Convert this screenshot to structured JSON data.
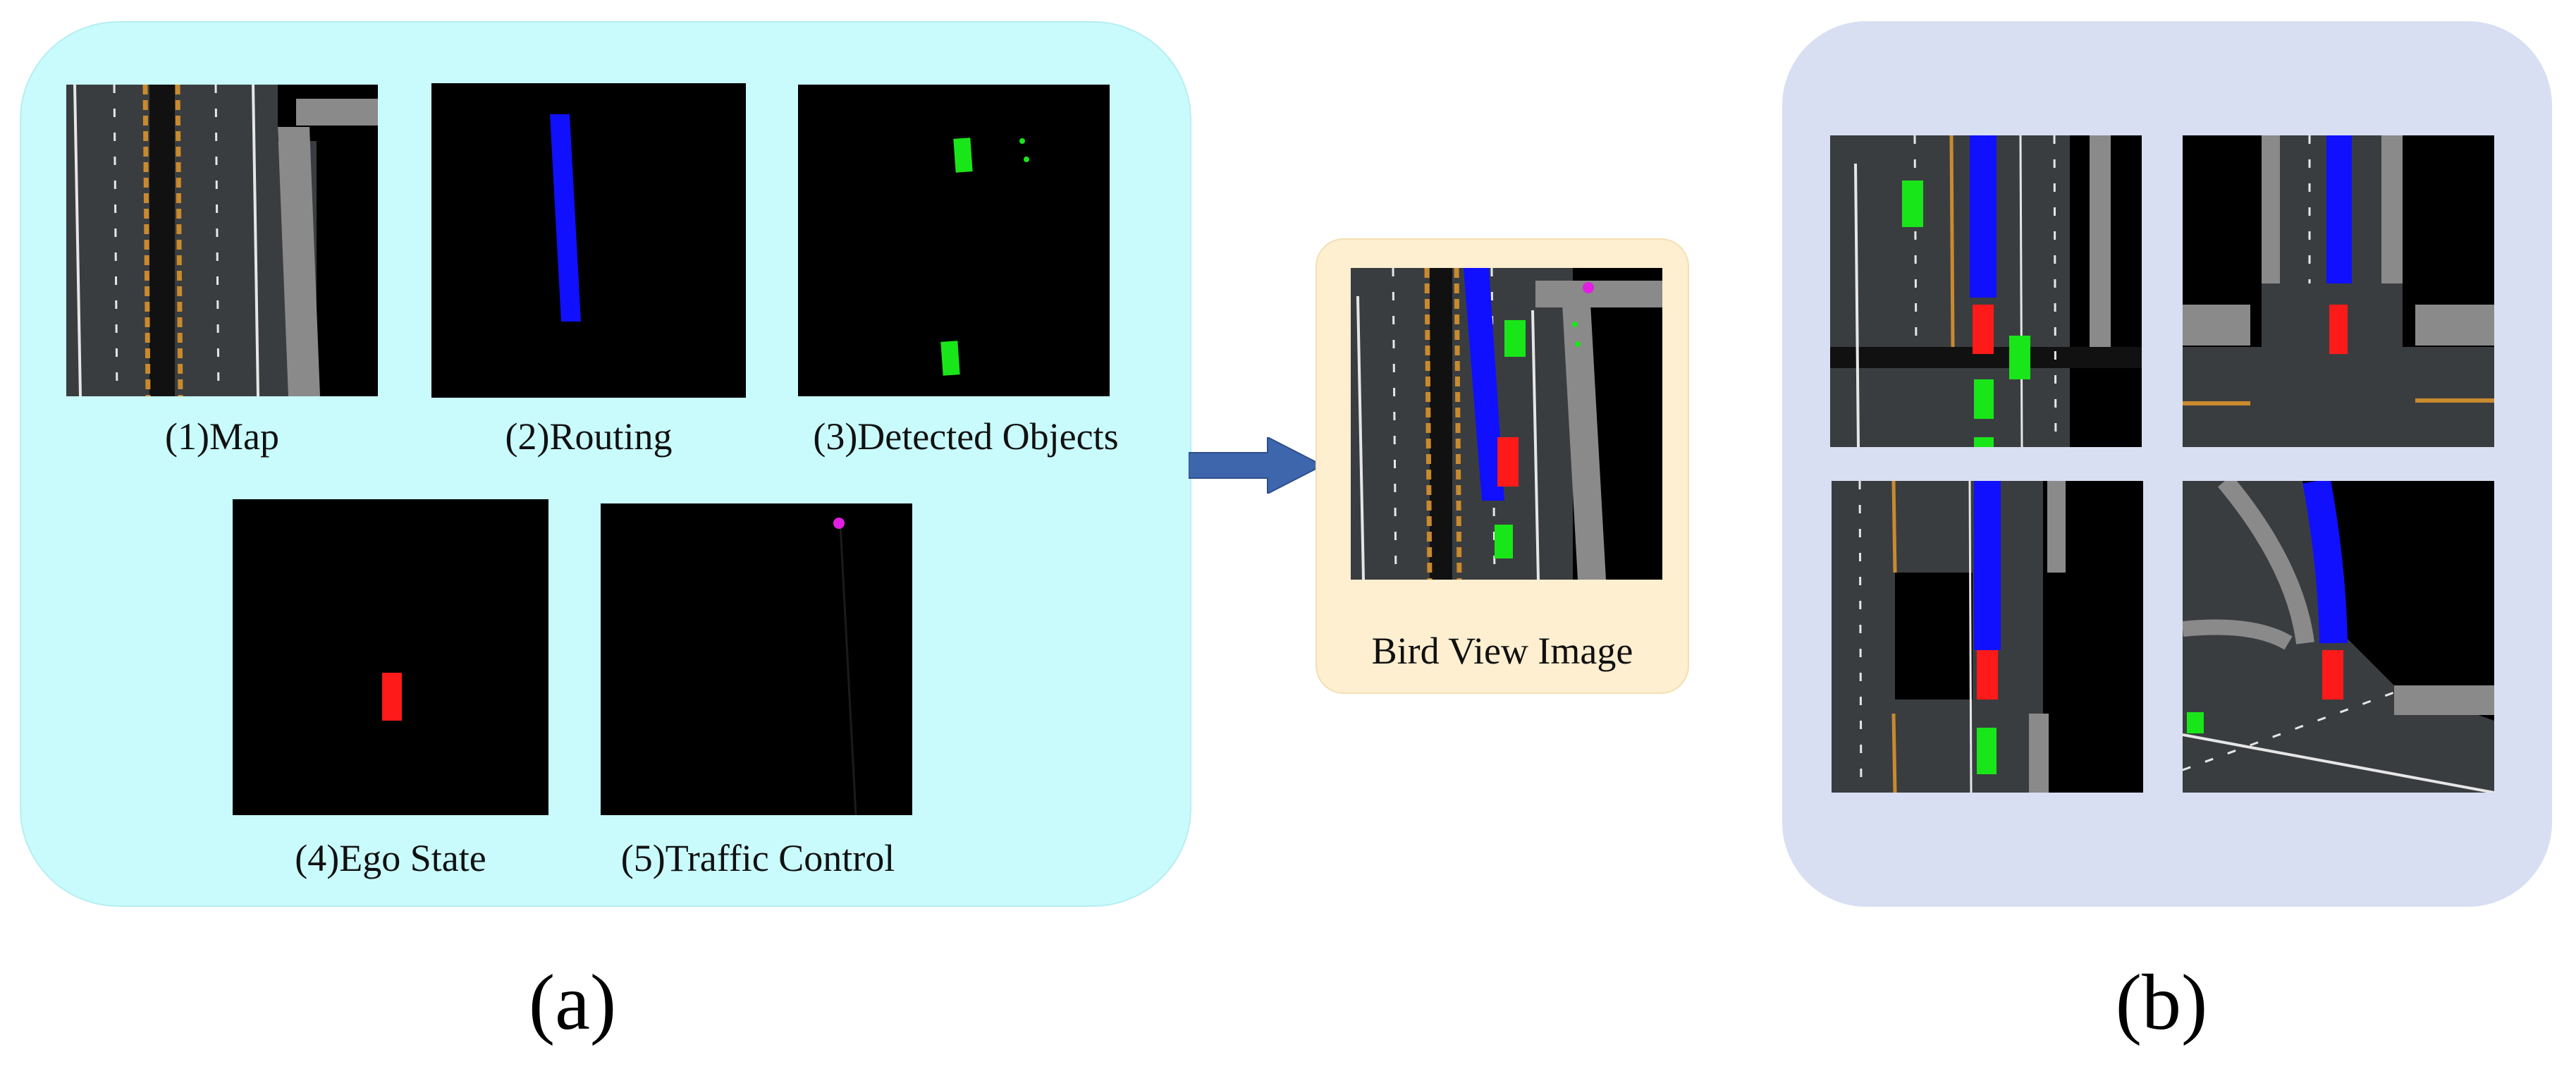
{
  "panel_a": {
    "tiles": [
      {
        "caption": "(1)Map",
        "icon": "map-layer"
      },
      {
        "caption": "(2)Routing",
        "icon": "routing-layer"
      },
      {
        "caption": "(3)Detected Objects",
        "icon": "objects-layer"
      },
      {
        "caption": "(4)Ego State",
        "icon": "ego-layer"
      },
      {
        "caption": "(5)Traffic Control",
        "icon": "traffic-layer"
      }
    ],
    "label": "(a)"
  },
  "bird_view": {
    "caption": "Bird View Image"
  },
  "panel_b": {
    "label": "(b)"
  },
  "colors": {
    "panel_a_bg": "#c9fbfd",
    "panel_b_bg": "#d9dff2",
    "bird_box_bg": "#fdefd0",
    "arrow": "#3d66ad",
    "road": "#3a3d40",
    "lane_line": "#e6e6e6",
    "curb": "#8a8a8a",
    "yellow_line": "#c98a2e",
    "route": "#1010ff",
    "object": "#19e619",
    "ego": "#ff1a1a",
    "traffic_light": "#e21ee2"
  }
}
